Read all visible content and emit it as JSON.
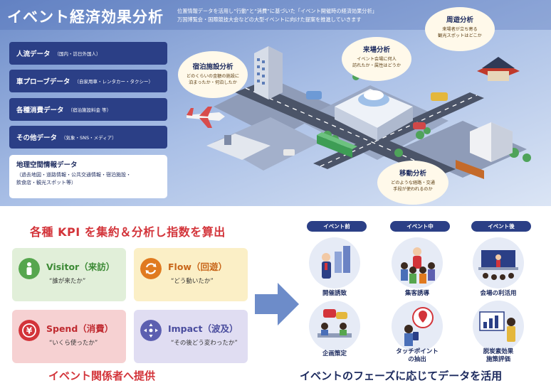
{
  "header": {
    "title": "イベント経済効果分析",
    "subtitle_line1": "位置情報データを活用し“行動”と“消費”に基づいた「イベント開催時の経済効果分析」",
    "subtitle_line2": "万国博覧会・国際競技大会などの大型イベントに向けた提案を推進していきます"
  },
  "data_sources": [
    {
      "label": "人流データ",
      "detail": "（国内・訪日外国人）"
    },
    {
      "label": "車プローブデータ",
      "detail": "（自家用車・レンタカー・タクシー）"
    },
    {
      "label": "各種消費データ",
      "detail": "（宿泊施設料金 等）"
    },
    {
      "label": "その他データ",
      "detail": "（気象・SNS・メディア）"
    }
  ],
  "geo_data": {
    "label": "地理空間情報データ",
    "detail_line1": "（過去地図・道路情報・公共交通情報・宿泊施設・",
    "detail_line2": "飲食店・観光スポット等）"
  },
  "analyses": [
    {
      "title": "宿泊施設分析",
      "line1": "どのくらいの金額の施設に",
      "line2": "泊まったか・何泊したか"
    },
    {
      "title": "来場分析",
      "line1": "イベント会場に何人",
      "line2": "訪れたか・属性はどうか"
    },
    {
      "title": "周遊分析",
      "line1": "来場者が立ち寄る",
      "line2": "観光スポットはどこか"
    },
    {
      "title": "移動分析",
      "line1": "どのような経路・交通",
      "line2": "手段が使われるのか"
    }
  ],
  "kpi": {
    "title": "各種 KPI を集約＆分析し指数を算出",
    "cards": [
      {
        "name": "Visitor（来訪）",
        "desc": "“誰が来たか”",
        "color": "#56a64e",
        "bg": "#e1efd9"
      },
      {
        "name": "Flow（回遊）",
        "desc": "“どう動いたか”",
        "color": "#e07a1f",
        "bg": "#fbefc6"
      },
      {
        "name": "Spend（消費）",
        "desc": "“いくら使ったか”",
        "color": "#d3343a",
        "bg": "#f6d1d2"
      },
      {
        "name": "Impact（波及）",
        "desc": "“その後どう変わったか”",
        "color": "#5c5fb0",
        "bg": "#e0ddf2"
      }
    ],
    "footer": "イベント関係者へ提供"
  },
  "phases": {
    "labels": [
      "イベント前",
      "イベント中",
      "イベント後"
    ],
    "uses": [
      {
        "label": "開催誘致"
      },
      {
        "label": "集客誘導"
      },
      {
        "label": "会場の利活用"
      },
      {
        "label": "企画策定"
      },
      {
        "label": "タッチポイント",
        "label2": "の抽出"
      },
      {
        "label": "脱炭素効果",
        "label2": "施策評価"
      }
    ],
    "footer": "イベントのフェーズに応じてデータを活用"
  },
  "colors": {
    "navy": "#2b3f86",
    "red_accent": "#d3343a",
    "top_bg": "#c8d6ee"
  }
}
